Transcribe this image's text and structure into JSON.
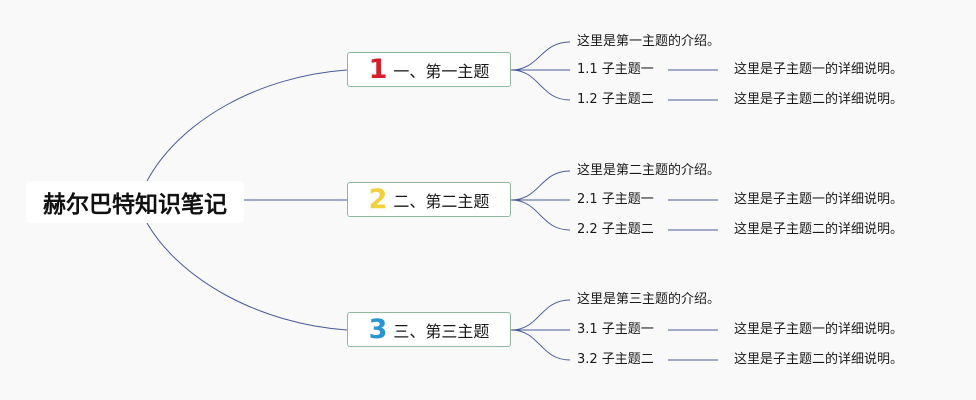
{
  "root": {
    "label": "赫尔巴特知识笔记"
  },
  "topics": [
    {
      "number": "1",
      "label": "一、第一主题",
      "color": "#d61f2b",
      "intro": "这里是第一主题的介绍。",
      "subs": [
        {
          "label": "1.1 子主题一",
          "detail": "这里是子主题一的详细说明。"
        },
        {
          "label": "1.2 子主题二",
          "detail": "这里是子主题二的详细说明。"
        }
      ]
    },
    {
      "number": "2",
      "label": "二、第二主题",
      "color": "#f2cf3c",
      "intro": "这里是第二主题的介绍。",
      "subs": [
        {
          "label": "2.1 子主题一",
          "detail": "这里是子主题一的详细说明。"
        },
        {
          "label": "2.2 子主题二",
          "detail": "这里是子主题二的详细说明。"
        }
      ]
    },
    {
      "number": "3",
      "label": "三、第三主题",
      "color": "#2a95d4",
      "intro": "这里是第三主题的介绍。",
      "subs": [
        {
          "label": "3.1 子主题一",
          "detail": "这里是子主题一的详细说明。"
        },
        {
          "label": "3.2 子主题二",
          "detail": "这里是子主题二的详细说明。"
        }
      ]
    }
  ],
  "colors": {
    "line": "#4a5a9a",
    "topic_border": "#8fb8a3"
  }
}
